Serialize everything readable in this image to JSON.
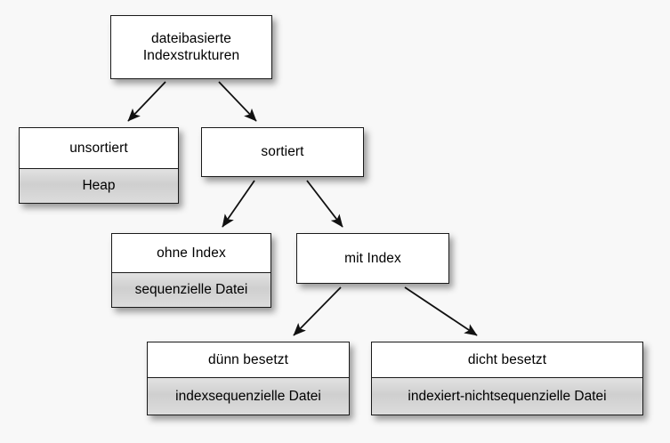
{
  "diagram": {
    "background_color": "#f8f8f8",
    "node_fill": "#ffffff",
    "subnode_fill": "#d5d5d5",
    "border_color": "#1a1a1a",
    "nodes": [
      {
        "id": "root",
        "title": "dateibasierte\nIndexstrukturen",
        "sub": null
      },
      {
        "id": "unsorted",
        "title": "unsortiert",
        "sub": "Heap"
      },
      {
        "id": "sorted",
        "title": "sortiert",
        "sub": null
      },
      {
        "id": "noindex",
        "title": "ohne Index",
        "sub": "sequenzielle Datei"
      },
      {
        "id": "withindex",
        "title": "mit Index",
        "sub": null
      },
      {
        "id": "sparse",
        "title": "dünn besetzt",
        "sub": "indexsequenzielle Datei"
      },
      {
        "id": "dense",
        "title": "dicht besetzt",
        "sub": "indexiert-nichtsequenzielle Datei"
      }
    ],
    "edges": [
      {
        "from": "root",
        "to": "unsorted"
      },
      {
        "from": "root",
        "to": "sorted"
      },
      {
        "from": "sorted",
        "to": "noindex"
      },
      {
        "from": "sorted",
        "to": "withindex"
      },
      {
        "from": "withindex",
        "to": "sparse"
      },
      {
        "from": "withindex",
        "to": "dense"
      }
    ]
  }
}
